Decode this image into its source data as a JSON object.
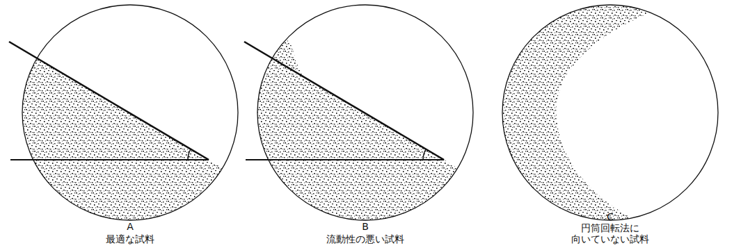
{
  "diagram": {
    "labels": [
      "A",
      "最適な試料",
      "B",
      "流動性の悪い試料",
      "C",
      "円筒回転法に 向いていない試料"
    ]
  }
}
